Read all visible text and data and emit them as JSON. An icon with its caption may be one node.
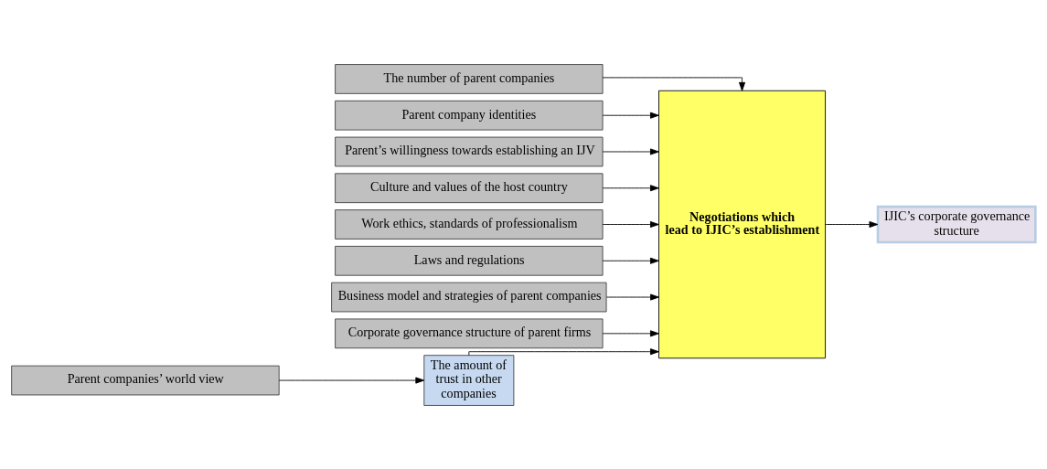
{
  "diagram": {
    "nodes": [
      {
        "text": [
          "The number of parent companies"
        ]
      },
      {
        "text": [
          "Parent company identities"
        ]
      },
      {
        "text": [
          "Parent’s willingness towards establishing an IJV"
        ]
      },
      {
        "text": [
          "Culture and values of the host country"
        ]
      },
      {
        "text": [
          "Work ethics, standards of professionalism"
        ]
      },
      {
        "text": [
          "Laws and regulations"
        ]
      },
      {
        "text": [
          "Business model and strategies of parent companies"
        ]
      },
      {
        "text": [
          "Corporate governance structure of parent firms"
        ]
      },
      {
        "text": [
          "Parent companies’ world view"
        ]
      },
      {
        "text": [
          "The amount of trust in other companies"
        ]
      },
      {
        "text": [
          "Negotiations which lead to IJIC’s establishment"
        ]
      },
      {
        "text": [
          "IJIC’s corporate governance structure"
        ]
      }
    ],
    "edges": [
      {
        "from": 0,
        "to": 10,
        "arrow": "to"
      },
      {
        "from": 1,
        "to": 10,
        "arrow": "to"
      },
      {
        "from": 2,
        "to": 10,
        "arrow": "to"
      },
      {
        "from": 3,
        "to": 10,
        "arrow": "to"
      },
      {
        "from": 4,
        "to": 10,
        "arrow": "to"
      },
      {
        "from": 5,
        "to": 10,
        "arrow": "to"
      },
      {
        "from": 6,
        "to": 10,
        "arrow": "to"
      },
      {
        "from": 7,
        "to": 10,
        "arrow": "to"
      },
      {
        "from": 8,
        "to": 9,
        "arrow": "to"
      },
      {
        "from": 9,
        "to": 10,
        "arrow": "to"
      },
      {
        "from": 10,
        "to": 11,
        "arrow": "to"
      }
    ]
  }
}
